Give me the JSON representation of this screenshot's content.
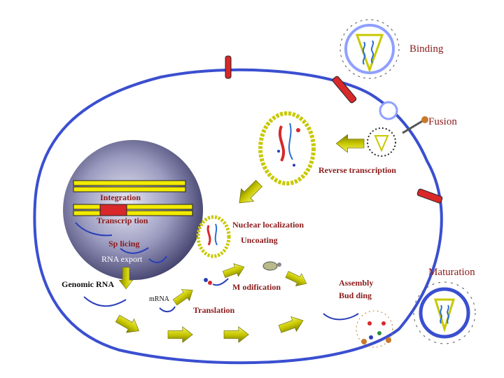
{
  "labels": {
    "binding": "Binding",
    "fusion": "Fusion",
    "reverse_transcription": "Reverse transcription",
    "integration": "Integration",
    "transcription": "Transcrip tion",
    "splicing": "Sp licing",
    "rna_export": "RNA export",
    "nuclear_localization": "Nuclear localization",
    "uncoating": "Uncoating",
    "genomic_rna": "Genomic RNA",
    "mrna": "mRNA",
    "modification": "M odification",
    "translation": "Translation",
    "assembly": "Assembly",
    "budding": "Bud ding",
    "maturation": "Maturation"
  },
  "colors": {
    "membrane": "#3a4fd0",
    "arrow": "#c8c800",
    "label": "#8b1a1a",
    "nucleus_center": "#e8e8f4",
    "nucleus_edge": "#3a3a66",
    "dna": "#f2ea00",
    "integrated": "#d8282a"
  }
}
